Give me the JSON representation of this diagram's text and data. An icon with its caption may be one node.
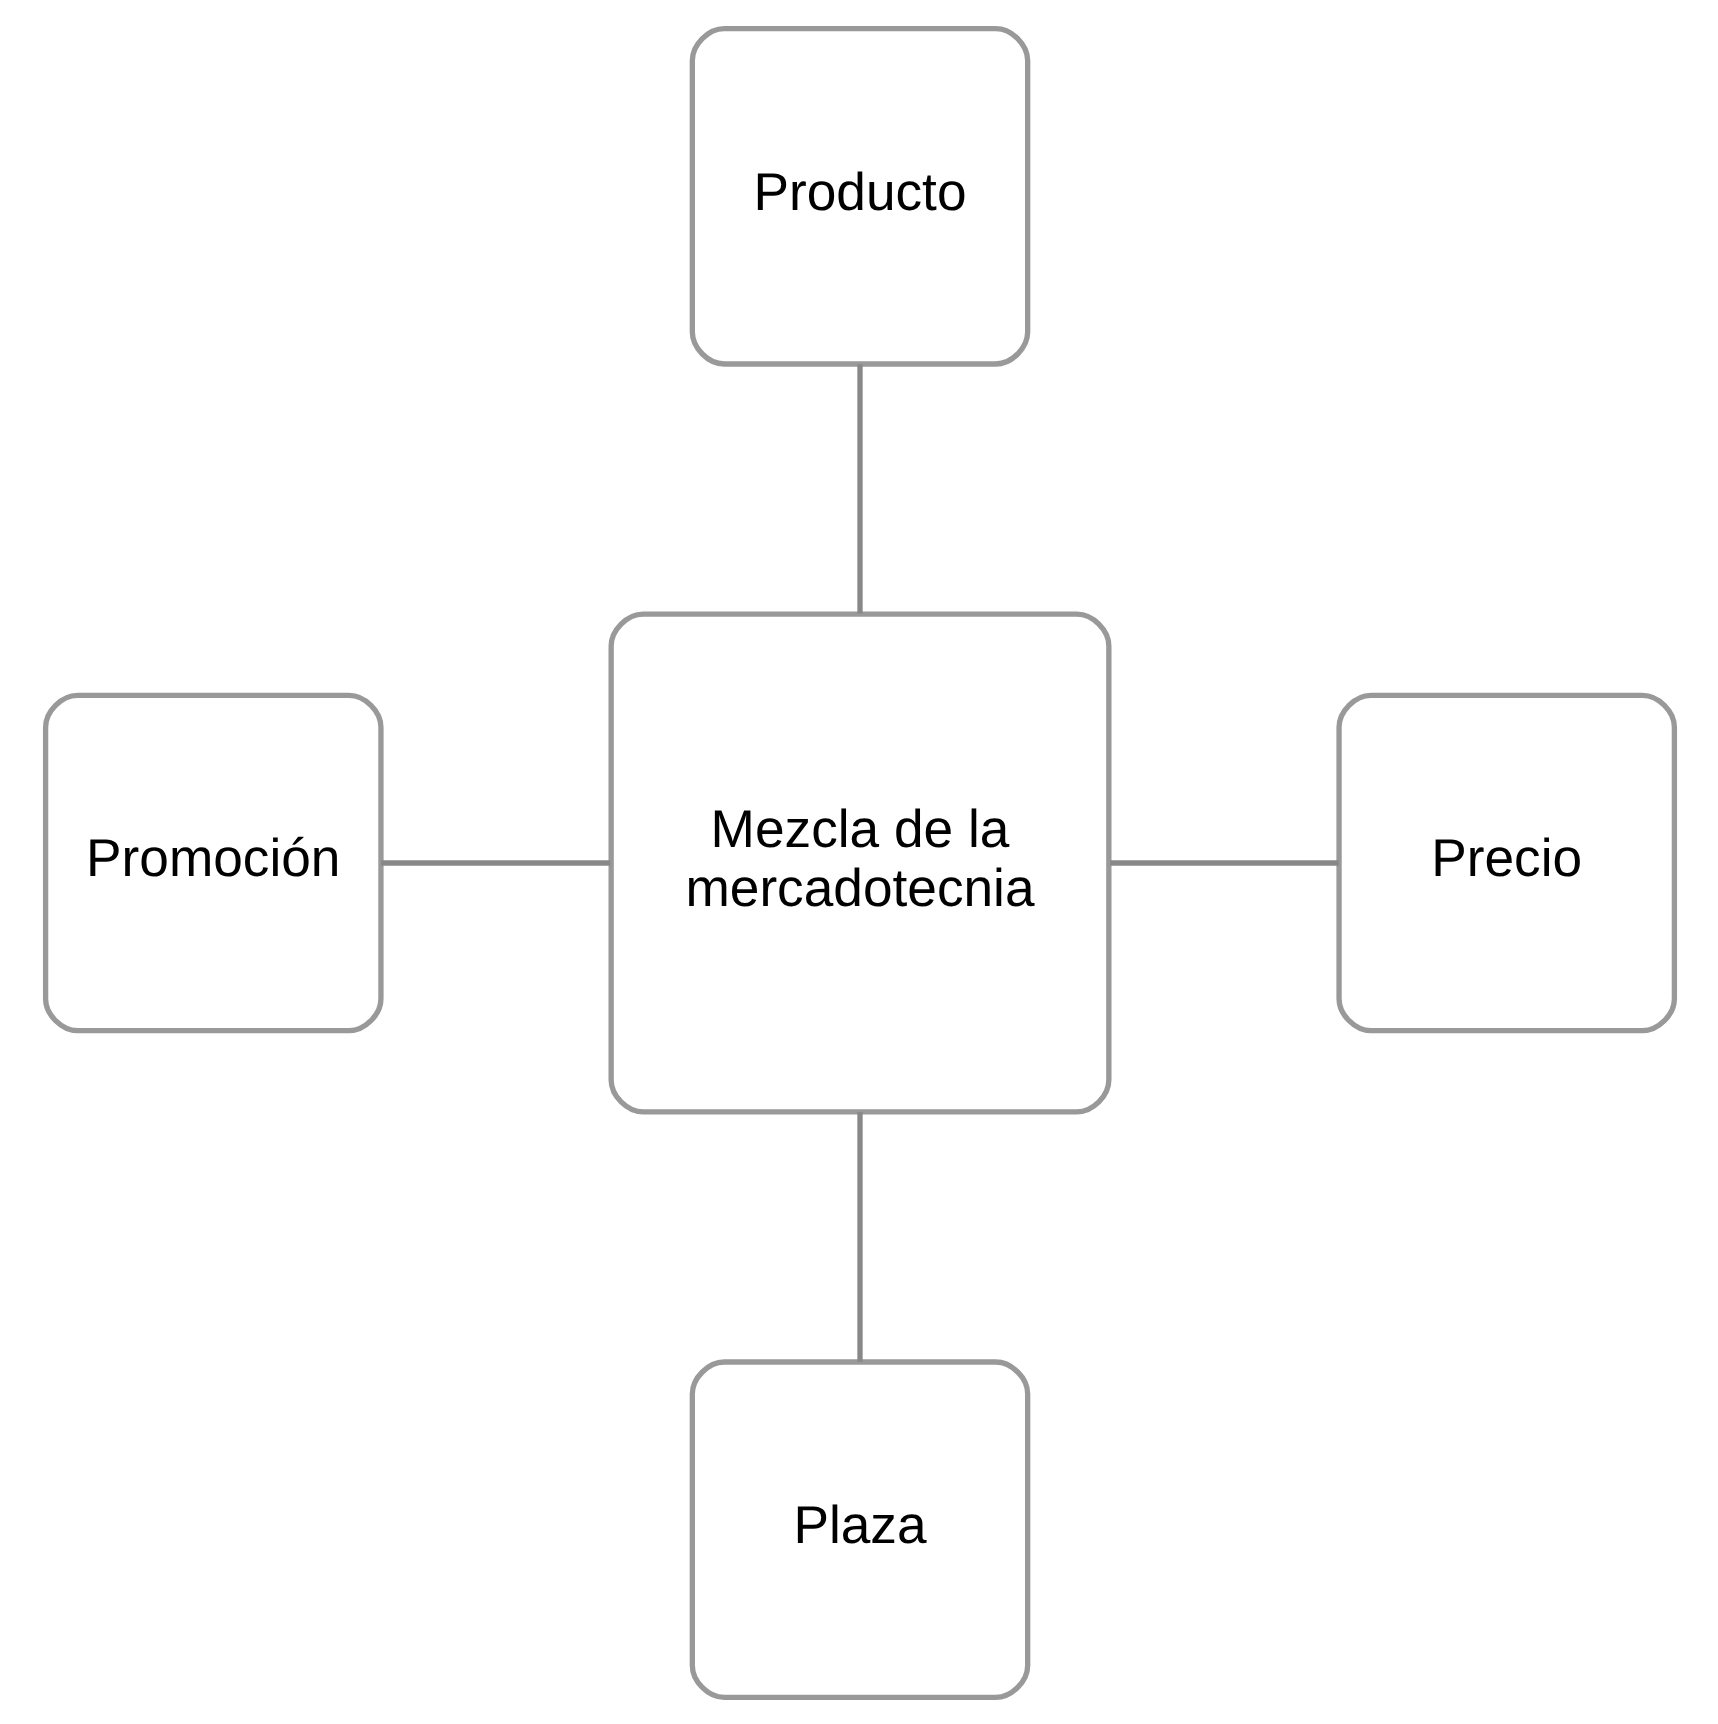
{
  "diagram": {
    "nodes": [
      {
        "text": [
          "Producto"
        ]
      },
      {
        "text": [
          "Promoción"
        ]
      },
      {
        "text": [
          "Mezcla de la mercadotecnia"
        ]
      },
      {
        "text": [
          "Precio"
        ]
      },
      {
        "text": [
          "Plaza"
        ]
      }
    ],
    "edges": [
      {
        "from": 0,
        "to": 2,
        "arrow": "none"
      },
      {
        "from": 1,
        "to": 2,
        "arrow": "none"
      },
      {
        "from": 2,
        "to": 3,
        "arrow": "none"
      },
      {
        "from": 2,
        "to": 4,
        "arrow": "none"
      }
    ]
  }
}
